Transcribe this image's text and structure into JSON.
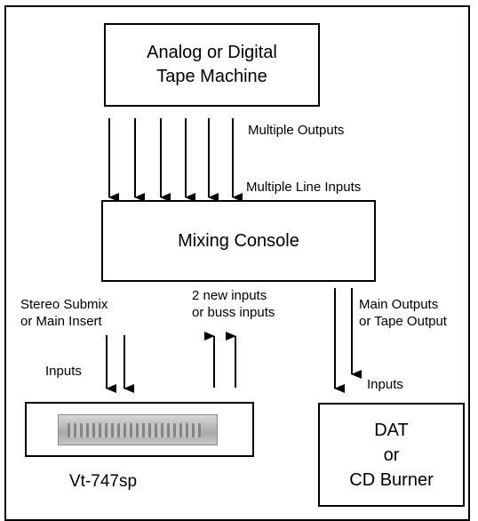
{
  "boxes": {
    "tape_machine": [
      "Analog or Digital",
      "Tape Machine"
    ],
    "mixing_console": "Mixing Console",
    "vt747sp": "",
    "dat_burner": [
      "DAT",
      "or",
      "CD Burner"
    ]
  },
  "labels": {
    "multiple_outputs": "Multiple Outputs",
    "multiple_line_inputs": "Multiple Line Inputs",
    "stereo_submix": [
      "Stereo Submix",
      "or Main Insert"
    ],
    "new_inputs": [
      "2 new inputs",
      "or buss inputs"
    ],
    "main_outputs": [
      "Main Outputs",
      "or Tape Output"
    ],
    "inputs_left": "Inputs",
    "inputs_right": "Inputs",
    "device_name": "Vt-747sp"
  },
  "icons": {
    "device": "rack-unit-icon"
  }
}
